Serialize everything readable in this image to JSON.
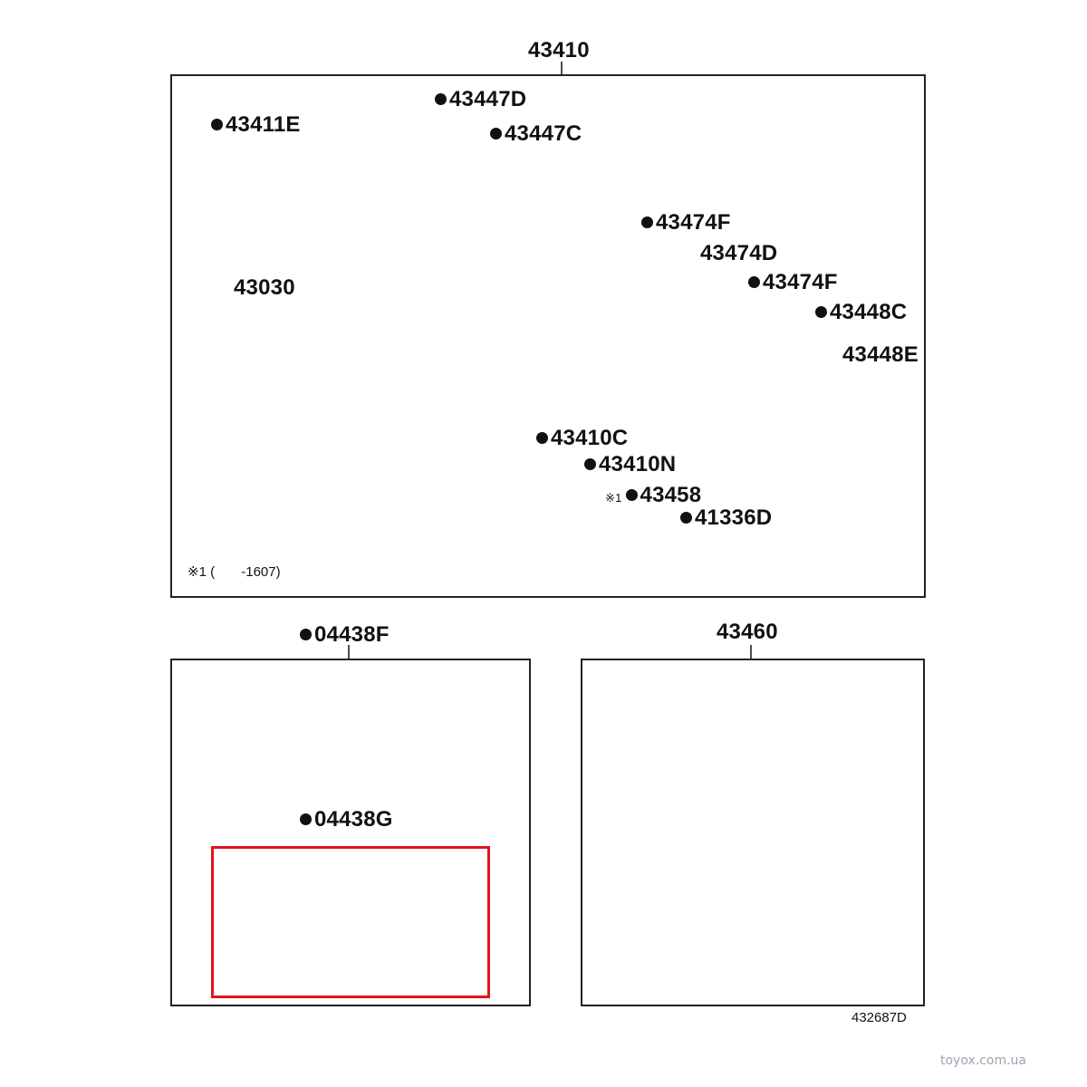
{
  "diagram": {
    "header_labels": {
      "main": "43410",
      "kit_f": "04438F",
      "kit_g": "04438G",
      "rh": "43460"
    },
    "part_labels": [
      {
        "id": "p43411E",
        "text": "43411E",
        "dot": true
      },
      {
        "id": "p43030",
        "text": "43030",
        "dot": false
      },
      {
        "id": "p43447D",
        "text": "43447D",
        "dot": true
      },
      {
        "id": "p43447C",
        "text": "43447C",
        "dot": true
      },
      {
        "id": "p43474F_a",
        "text": "43474F",
        "dot": true
      },
      {
        "id": "p43474D",
        "text": "43474D",
        "dot": false
      },
      {
        "id": "p43474F_b",
        "text": "43474F",
        "dot": true
      },
      {
        "id": "p43448C",
        "text": "43448C",
        "dot": true
      },
      {
        "id": "p43448E",
        "text": "43448E",
        "dot": false
      },
      {
        "id": "p43410C",
        "text": "43410C",
        "dot": true
      },
      {
        "id": "p43410N",
        "text": "43410N",
        "dot": true
      },
      {
        "id": "p43458",
        "text": "43458",
        "dot": true,
        "note_mark": "※1"
      },
      {
        "id": "p41336D",
        "text": "41336D",
        "dot": true
      }
    ],
    "footnote": "※1 (       -1607)",
    "reference_code": "432687D",
    "watermark": "toyox.com.ua",
    "colors": {
      "line": "#222222",
      "highlight": "#e0141e",
      "watermark": "#9aa6b2"
    }
  }
}
